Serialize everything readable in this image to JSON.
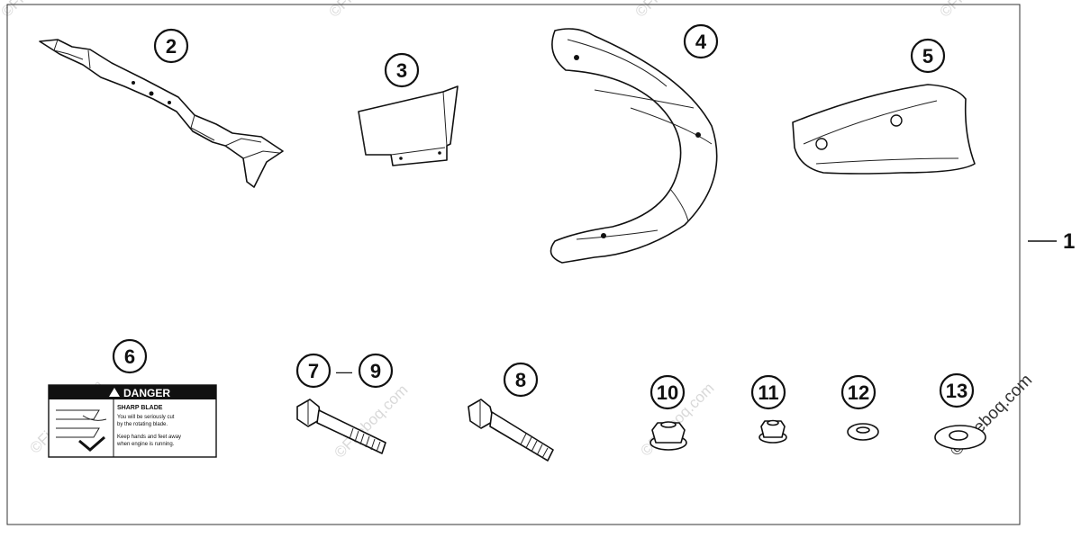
{
  "callouts": {
    "c1": "1",
    "c2": "2",
    "c3": "3",
    "c4": "4",
    "c5": "5",
    "c6": "6",
    "c7": "7",
    "c9": "9",
    "c8": "8",
    "c10": "10",
    "c11": "11",
    "c12": "12",
    "c13": "13"
  },
  "range_dash": "—",
  "danger_label": {
    "title": "DANGER",
    "heading": "SHARP BLADE",
    "line1": "You will be seriously cut",
    "line2": "by the rotating blade.",
    "line3": "Keep hands and feet away",
    "line4": "when engine is running."
  },
  "watermark": "©Fireboq.com"
}
